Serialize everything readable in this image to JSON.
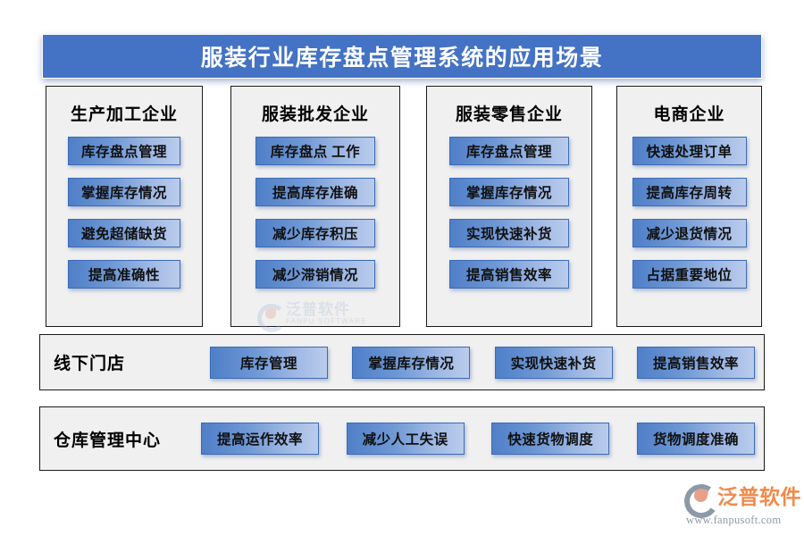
{
  "header": {
    "title": "服装行业库存盘点管理系统的应用场景",
    "bg_color": "#4472C4",
    "text_color": "#FFFFFF"
  },
  "theme": {
    "pill_gradient_from": "#4F7FC8",
    "pill_gradient_to": "#BACCEC",
    "card_bg": "#F0F0F0",
    "card_border": "#1A1A1A",
    "page_bg": "#FFFFFF",
    "logo_orange": "#F08A4B",
    "logo_gray": "#8C99A8"
  },
  "columns": [
    {
      "title": "生产加工企业",
      "items": [
        "库存盘点管理",
        "掌握库存情况",
        "避免超储缺货",
        "提高准确性"
      ]
    },
    {
      "title": "服装批发企业",
      "items": [
        "库存盘点 工作",
        "提高库存准确",
        "减少库存积压",
        "减少滞销情况"
      ]
    },
    {
      "title": "服装零售企业",
      "items": [
        "库存盘点管理",
        "掌握库存情况",
        "实现快速补货",
        "提高销售效率"
      ]
    },
    {
      "title": "电商企业",
      "items": [
        "快速处理订单",
        "提高库存周转",
        "减少退货情况",
        "占据重要地位"
      ]
    }
  ],
  "rows": [
    {
      "title": "线下门店",
      "items": [
        "库存管理",
        "掌握库存情况",
        "实现快速补货",
        "提高销售效率"
      ]
    },
    {
      "title": "仓库管理中心",
      "items": [
        "提高运作效率",
        "减少人工失误",
        "快速货物调度",
        "货物调度准确"
      ]
    }
  ],
  "watermark": {
    "cn": "泛普软件",
    "en": "FANPU SOFTWARE"
  },
  "logo": {
    "cn": "泛普软件",
    "url": "www.fanpusoft.com"
  }
}
